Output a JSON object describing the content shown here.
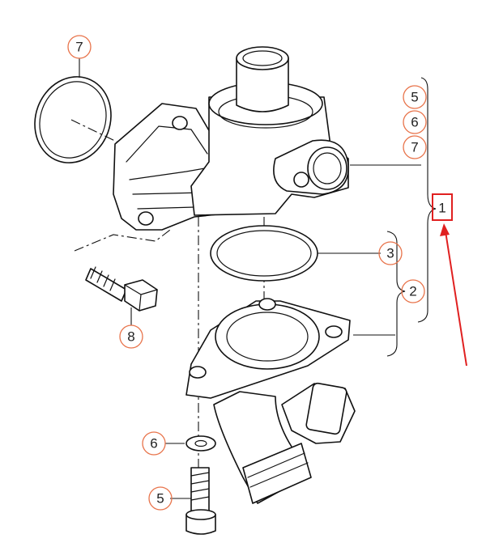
{
  "callouts": [
    {
      "id": "c7-top",
      "label": "7"
    },
    {
      "id": "c5-right",
      "label": "5"
    },
    {
      "id": "c6-right",
      "label": "6"
    },
    {
      "id": "c7-right",
      "label": "7"
    },
    {
      "id": "c1",
      "label": "1"
    },
    {
      "id": "c3",
      "label": "3"
    },
    {
      "id": "c2",
      "label": "2"
    },
    {
      "id": "c8",
      "label": "8"
    },
    {
      "id": "c6-bottom",
      "label": "6"
    },
    {
      "id": "c5-bottom",
      "label": "5"
    }
  ],
  "colors": {
    "callout_circle": "#e8734a",
    "highlight_box": "#e02020",
    "arrow": "#e02020",
    "line_art": "#111111"
  }
}
